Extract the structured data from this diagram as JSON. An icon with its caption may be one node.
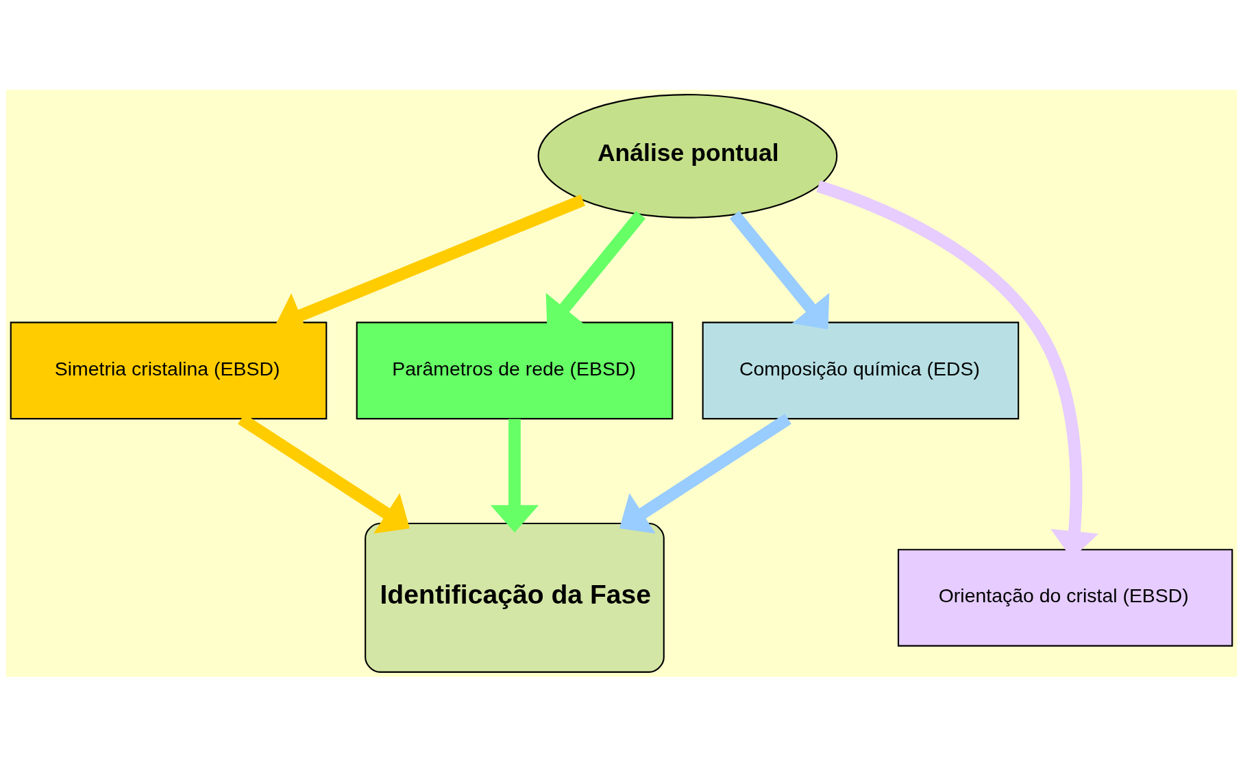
{
  "diagram": {
    "nodes": [
      {
        "text": [
          "Análise pontual"
        ]
      },
      {
        "text": [
          "Simetria cristalina (EBSD)"
        ]
      },
      {
        "text": [
          "Parâmetros de rede (EBSD)"
        ]
      },
      {
        "text": [
          "Composição química (EDS)"
        ]
      },
      {
        "text": [
          "Identificação da Fase"
        ]
      },
      {
        "text": [
          "Orientação do cristal (EBSD)"
        ]
      }
    ],
    "edges": [
      {
        "from": 0,
        "to": 1,
        "arrow": "to",
        "color": "#ffcc00"
      },
      {
        "from": 0,
        "to": 2,
        "arrow": "to",
        "color": "#66ff66"
      },
      {
        "from": 0,
        "to": 3,
        "arrow": "to",
        "color": "#99ccff"
      },
      {
        "from": 1,
        "to": 4,
        "arrow": "to",
        "color": "#ffcc00"
      },
      {
        "from": 2,
        "to": 4,
        "arrow": "to",
        "color": "#66ff66"
      },
      {
        "from": 3,
        "to": 4,
        "arrow": "to",
        "color": "#99ccff"
      },
      {
        "from": 0,
        "to": 5,
        "arrow": "to",
        "color": "#e6ccff"
      }
    ]
  }
}
